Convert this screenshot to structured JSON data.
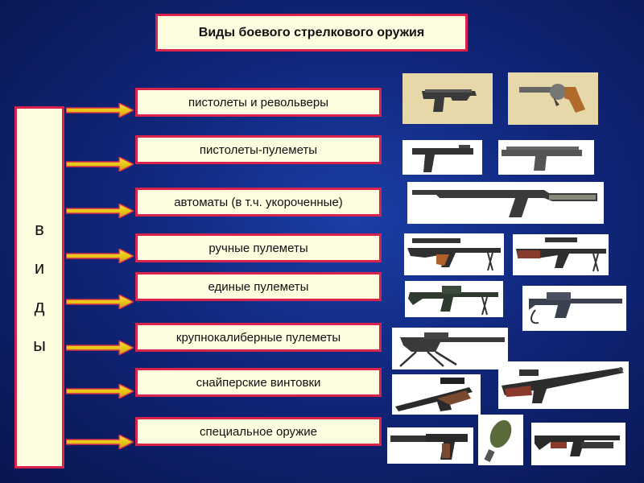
{
  "title": "Виды боевого стрелкового оружия",
  "side_label": [
    "в",
    "и",
    "д",
    "ы"
  ],
  "categories": [
    "пистолеты и револьверы",
    "пистолеты-пулеметы",
    "автоматы (в т.ч. укороченные)",
    "ручные пулеметы",
    "единые пулеметы",
    "крупнокалиберные пулеметы",
    "снайперские винтовки",
    "специальное оружие"
  ],
  "colors": {
    "box_fill": "#fdfde0",
    "box_border": "#d8244c",
    "arrow": "#e8d020",
    "background": "#10267a"
  },
  "images": [
    {
      "name": "pistol-image",
      "category": "пистолеты и револьверы"
    },
    {
      "name": "revolver-image",
      "category": "пистолеты и револьверы"
    },
    {
      "name": "submachine-gun-image-1",
      "category": "пистолеты-пулеметы"
    },
    {
      "name": "submachine-gun-image-2",
      "category": "пистолеты-пулеметы"
    },
    {
      "name": "assault-rifle-image",
      "category": "автоматы (в т.ч. укороченные)"
    },
    {
      "name": "light-machine-gun-image-1",
      "category": "ручные пулеметы"
    },
    {
      "name": "light-machine-gun-image-2",
      "category": "ручные пулеметы"
    },
    {
      "name": "general-machine-gun-image-1",
      "category": "единые пулеметы"
    },
    {
      "name": "general-machine-gun-image-2",
      "category": "единые пулеметы"
    },
    {
      "name": "heavy-machine-gun-image",
      "category": "крупнокалиберные пулеметы"
    },
    {
      "name": "sniper-rifle-image-1",
      "category": "снайперские винтовки"
    },
    {
      "name": "sniper-rifle-image-2",
      "category": "снайперские винтовки"
    },
    {
      "name": "special-pistol-image",
      "category": "специальное оружие"
    },
    {
      "name": "grenade-image",
      "category": "специальное оружие"
    },
    {
      "name": "grenade-launcher-rifle-image",
      "category": "специальное оружие"
    }
  ]
}
